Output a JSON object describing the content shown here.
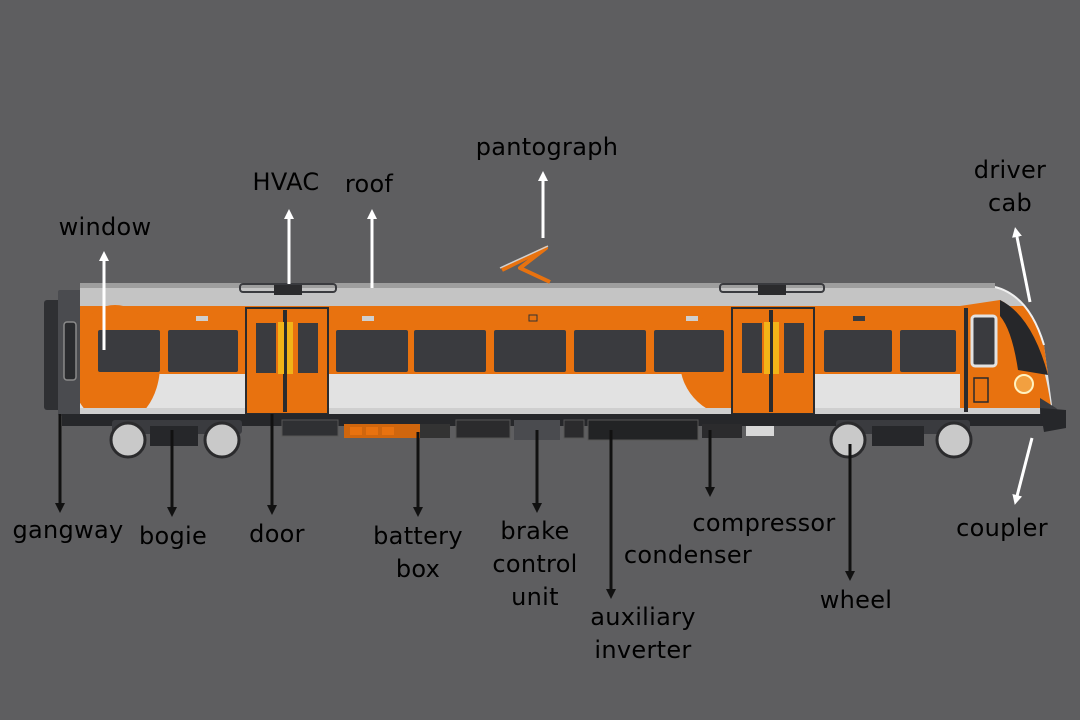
{
  "colors": {
    "background": "#5e5e60",
    "body_orange": "#e8720f",
    "body_white": "#e2e2e2",
    "roof_grey": "#b7b7b7",
    "window_dark": "#3a3b3f",
    "door_yellow": "#f2b418",
    "underframe": "#2b2b2d",
    "arrow_up": "#ffffff",
    "arrow_down": "#111111",
    "label_text": "#ffffff"
  },
  "labels": {
    "window": "window",
    "hvac": "HVAC",
    "roof": "roof",
    "pantograph": "pantograph",
    "driver_cab": "driver\ncab",
    "gangway": "gangway",
    "bogie": "bogie",
    "door": "door",
    "battery_box": "battery\nbox",
    "brake_control_unit": "brake\ncontrol\nunit",
    "auxiliary_inverter": "auxiliary\ninverter",
    "compressor": "compressor",
    "condenser": "condenser",
    "wheel": "wheel",
    "coupler": "coupler"
  }
}
